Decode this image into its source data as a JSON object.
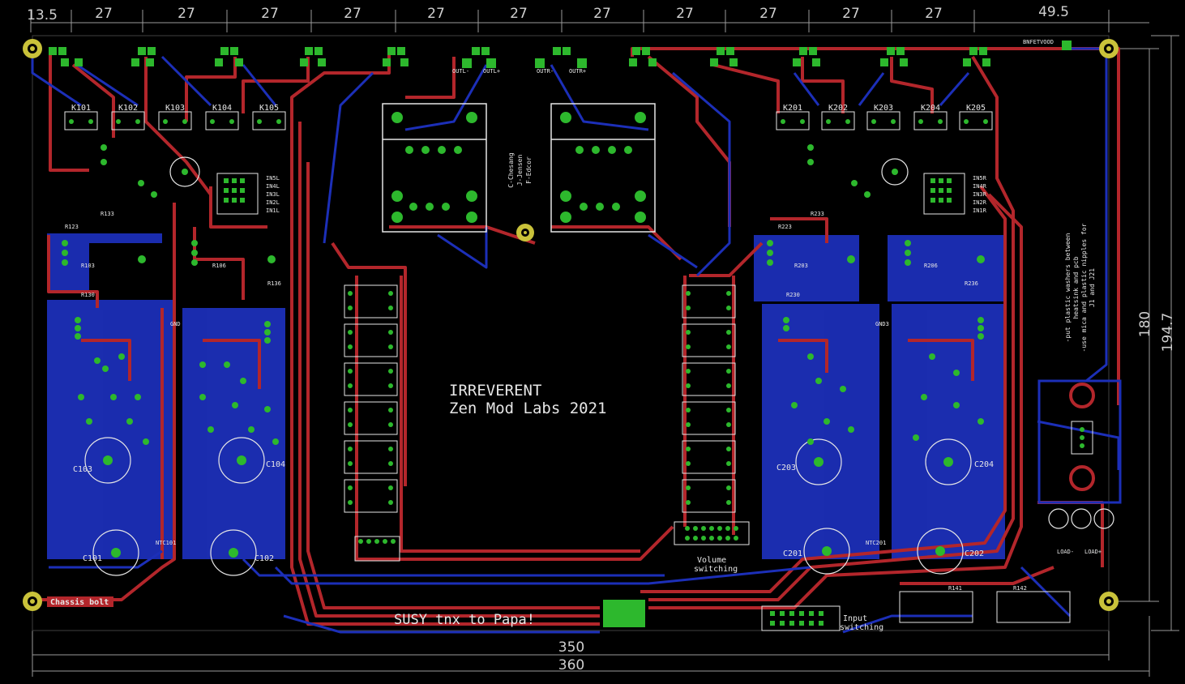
{
  "colors": {
    "background": "#000000",
    "top_copper": "#b3262b",
    "bottom_copper": "#1c2fb8",
    "pad": "#2db82d",
    "pad_hole": "#0b5a0b",
    "silk": "#e6e6e6",
    "dimension": "#cfcfcf",
    "mount_pad": "#c9c23a"
  },
  "dimensions": {
    "top": [
      "13.5",
      "27",
      "27",
      "27",
      "27",
      "27",
      "27",
      "27",
      "27",
      "27",
      "27",
      "27",
      "49.5"
    ],
    "bottom_inner": "350",
    "bottom_outer": "360",
    "right_inner": "180",
    "right_outer": "194.7"
  },
  "board_text": {
    "title_line1": "IRREVERENT",
    "title_line2": "Zen Mod Labs 2021",
    "credit": "SUSY tnx to Papa!",
    "designers": [
      "C-Chesang",
      "J-Jensen",
      "F-Edcor"
    ],
    "chassis": "Chassis bolt",
    "volume_switching": [
      "Volume",
      "switching"
    ],
    "input_switching": [
      "Input",
      "switching"
    ],
    "note": [
      "-put plastic washers between",
      "heatsink and pcb",
      "-use mica and plastic nipples for",
      "J1 and J21"
    ],
    "bnfet": "BNFETVOOD",
    "gnd_labels": [
      "GND",
      "GND3"
    ],
    "relays_left": [
      "K101",
      "K102",
      "K103",
      "K104",
      "K105"
    ],
    "relays_right": [
      "K201",
      "K202",
      "K203",
      "K204",
      "K205"
    ],
    "caps_left": [
      "C101",
      "C102",
      "C103",
      "C104"
    ],
    "caps_right": [
      "C201",
      "C202",
      "C203",
      "C204"
    ],
    "ntc": [
      "NTC101",
      "NTC201"
    ],
    "outputs": [
      "OUTL-",
      "OUTL+",
      "OUTR-",
      "OUTR+"
    ],
    "inputs_left": [
      "IN5L",
      "IN4L",
      "IN3L",
      "IN2L",
      "IN1L"
    ],
    "inputs_right": [
      "IN5R",
      "IN4R",
      "IN3R",
      "IN2R",
      "IN1R"
    ],
    "misc": [
      "R123",
      "R133",
      "R130",
      "R136",
      "R223",
      "R233",
      "R230",
      "R236",
      "R103",
      "R106",
      "R203",
      "R206",
      "LOAD+",
      "LOAD-",
      "R141",
      "R142"
    ]
  },
  "icons": [
    "mounting-hole-icon",
    "relay-icon",
    "capacitor-icon",
    "resistor-icon",
    "connector-icon"
  ]
}
